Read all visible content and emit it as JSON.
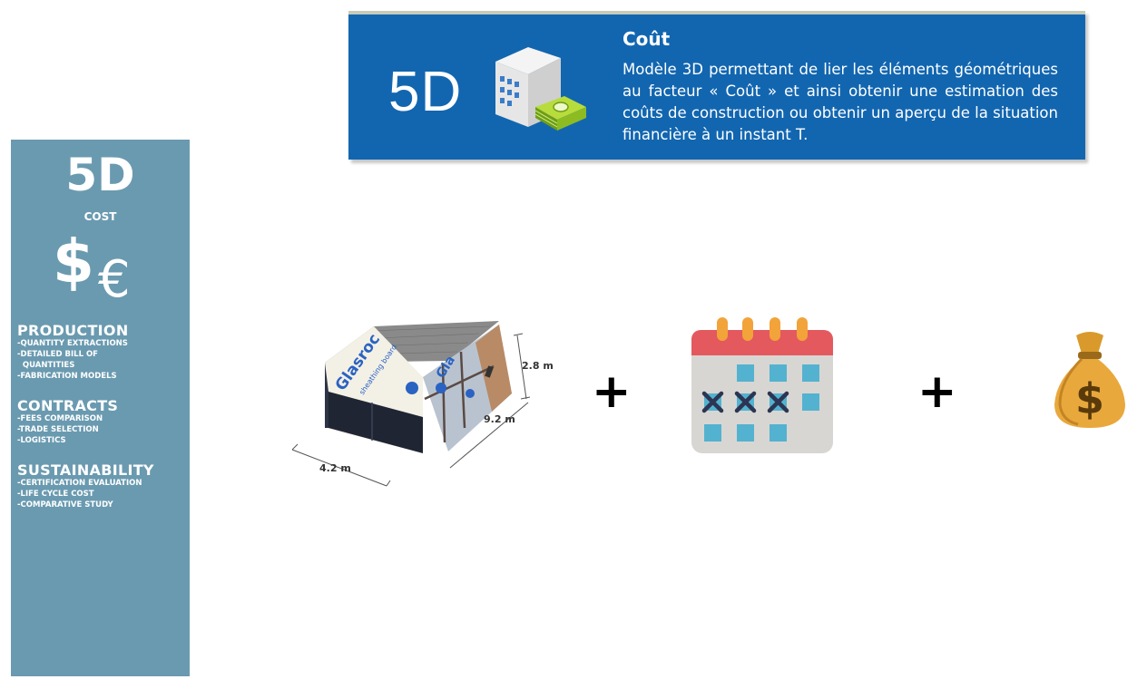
{
  "banner": {
    "big_label": "5D",
    "title": "Coût",
    "description": "Modèle 3D permettant de lier les éléments géométriques au facteur « Coût » et ainsi obtenir une estimation des coûts de construction  ou obtenir un aperçu de la situation financière à un instant T.",
    "color": "#1266b0"
  },
  "sidebar": {
    "big_label": "5D",
    "sub_label": "COST",
    "currency_1": "$",
    "currency_2": "€",
    "color": "#6a9ab0",
    "sections": [
      {
        "heading": "PRODUCTION",
        "items": [
          "-QUANTITY EXTRACTIONS",
          "-DETAILED BILL OF",
          "  QUANTITIES",
          "-FABRICATION MODELS"
        ]
      },
      {
        "heading": "CONTRACTS",
        "items": [
          "-FEES COMPARISON",
          "-TRADE SELECTION",
          "-LOGISTICS"
        ]
      },
      {
        "heading": "SUSTAINABILITY",
        "items": [
          "-CERTIFICATION EVALUATION",
          "-LIFE CYCLE COST",
          "-COMPARATIVE STUDY"
        ]
      }
    ]
  },
  "model": {
    "height_dim": "2.8 m",
    "length_dim": "9.2 m",
    "width_dim": "4.2 m",
    "brand_text": "Glasroc",
    "brand_sub": "sheathing board"
  },
  "operators": {
    "plus_1": "+",
    "plus_2": "+"
  },
  "icons": {
    "building": "building-money-icon",
    "calendar": "calendar-icon",
    "money": "money-bag-icon"
  }
}
